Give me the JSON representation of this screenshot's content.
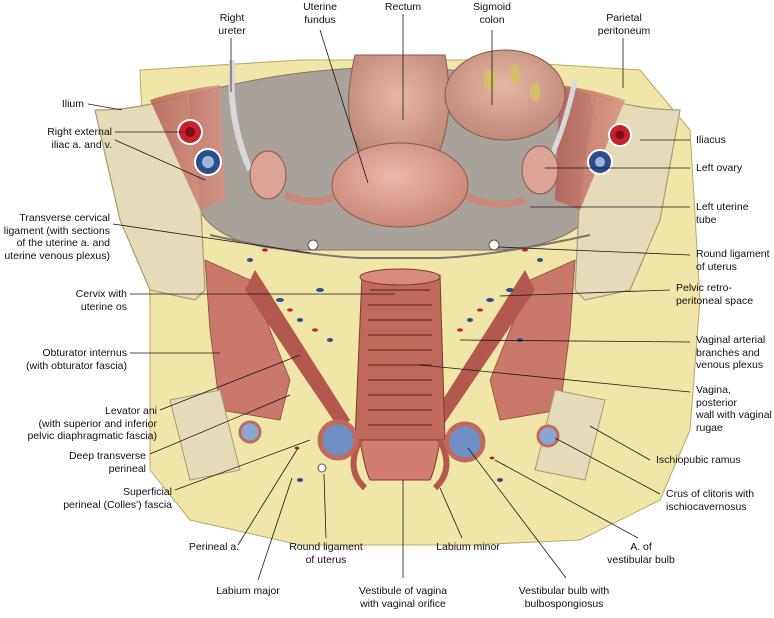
{
  "colors": {
    "background": "#ffffff",
    "leader": "#1a1a1a",
    "bone": "#e4dcb8",
    "muscle": "#c9786a",
    "fat": "#efe6a8",
    "uterus": "#d99a8c",
    "vagina": "#c06a5c",
    "peritoneum": "#b8b8b8",
    "artery": "#c8202c",
    "vein": "#2c4f8c"
  },
  "labels": {
    "right_ureter": "Right\nureter",
    "uterine_fundus": "Uterine\nfundus",
    "rectum": "Rectum",
    "sigmoid_colon": "Sigmoid\ncolon",
    "parietal_peritoneum": "Parietal\nperitoneum",
    "ilium": "Ilium",
    "right_external_iliac": "Right external\niliac a. and v.",
    "iliacus": "Iliacus",
    "left_ovary": "Left ovary",
    "left_uterine_tube": "Left uterine\ntube",
    "transverse_cervical_ligament": "Transverse cervical\nligament (with sections\nof the uterine a. and\nuterine venous plexus)",
    "round_ligament_upper": "Round ligament\nof uterus",
    "cervix": "Cervix with\nuterine os",
    "pelvic_retroperitoneal": "Pelvic retro-\nperitoneal space",
    "vaginal_arterial": "Vaginal arterial\nbranches and\nvenous plexus",
    "obturator_internus": "Obturator internus\n(with obturator fascia)",
    "vagina_posterior": "Vagina, posterior\nwall with vaginal\nrugae",
    "levator_ani": "Levator ani\n(with superior and inferior\npelvic diaphragmatic fascia)",
    "deep_transverse": "Deep transverse\nperineal",
    "ischiopubic_ramus": "Ischiopubic ramus",
    "superficial_perineal": "Superficial\nperineal (Colles') fascia",
    "crus_clitoris": "Crus of clitoris with\nischiocavernosus",
    "perineal_a": "Perineal a.",
    "round_ligament_lower": "Round ligament\nof uterus",
    "labium_minor": "Labium minor",
    "a_vestibular_bulb": "A. of\nvestibular bulb",
    "labium_major": "Labium major",
    "vestibule": "Vestibule of vagina\nwith vaginal orifice",
    "vestibular_bulb": "Vestibular bulb with\nbulbospongiosus"
  }
}
